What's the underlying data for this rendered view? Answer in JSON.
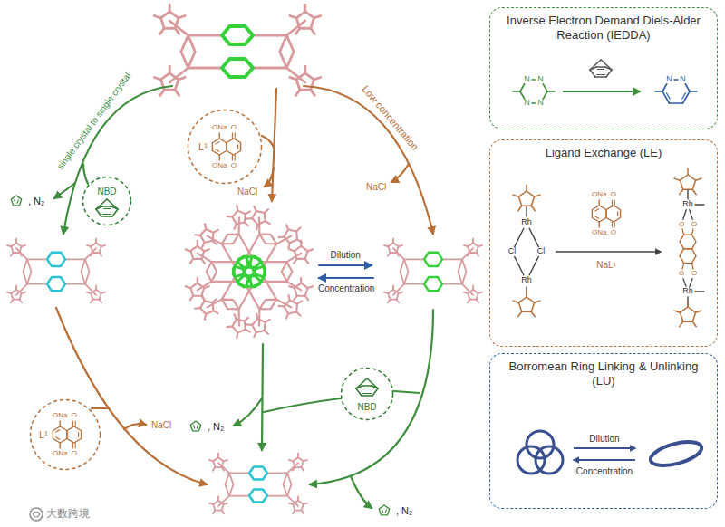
{
  "diagram": {
    "nodes": [
      {
        "text": [
          "ONa",
          "O",
          "ONa",
          "O",
          "L¹"
        ]
      },
      {
        "text": [
          "NBD"
        ]
      },
      {
        "text": [
          "NBD"
        ]
      },
      {
        "text": [
          "ONa",
          "O",
          "ONa",
          "O",
          "L¹"
        ]
      },
      {
        "text": [
          "Inverse Electron Demand Diels-Alder Reaction (IEDDA)",
          "N",
          "N",
          "N",
          "N",
          "N",
          "N"
        ]
      },
      {
        "text": [
          "Ligand Exchange (LE)",
          "Rh",
          "Cl",
          "Cl",
          "Rh",
          "ONa",
          "O",
          "ONa",
          "O",
          "NaL¹",
          "Rh",
          "O",
          "O",
          "O",
          "O",
          "Rh"
        ]
      },
      {
        "text": [
          "Borromean Ring Linking & Unlinking (LU)",
          "Dilution",
          "Concentration"
        ]
      }
    ],
    "labels": [
      "single crystal to single crystal",
      "Low concentration",
      "NaCl",
      "NaCl",
      "NaCl",
      ", N₂",
      ", N₂",
      ", N₂",
      "Dilution",
      "Concentration",
      "大数跨境"
    ]
  }
}
